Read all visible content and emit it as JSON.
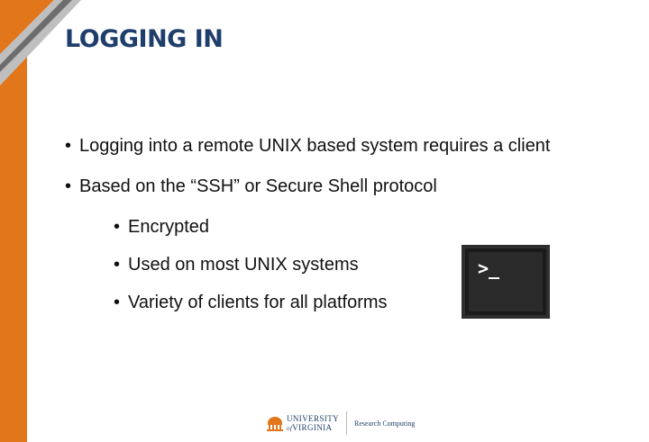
{
  "slide": {
    "title": "LOGGING IN",
    "bullets": [
      "Logging into a remote UNIX based system requires a client",
      "Based on the “SSH” or Secure Shell protocol"
    ],
    "sub_bullets": [
      "Encrypted",
      "Used on most UNIX systems",
      "Variety of clients for all platforms"
    ],
    "terminal_prompt": ">_"
  },
  "footer": {
    "university_line1": "UNIVERSITY",
    "university_line2": "VIRGINIA",
    "university_of": "of",
    "department": "Research Computing"
  },
  "colors": {
    "accent_orange": "#e2761b",
    "title_navy": "#1f3e6b"
  }
}
